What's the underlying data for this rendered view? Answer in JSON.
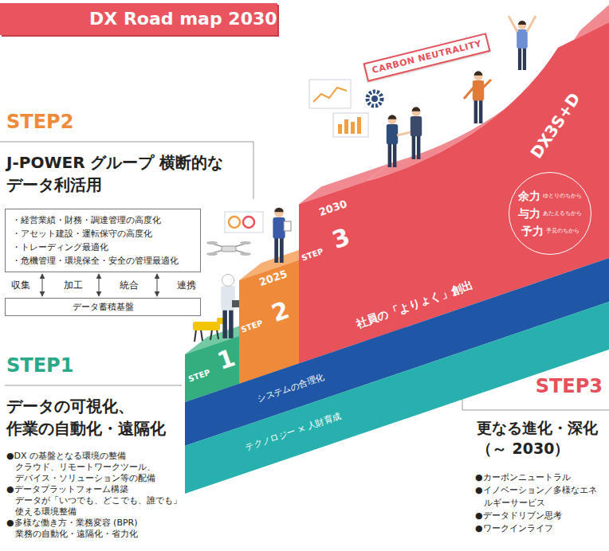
{
  "diagram": {
    "title": "DX Road map 2030",
    "nodes": [
      {
        "text": [
          "・経営業績・財務・調達管理の高度化",
          "・アセット建設・運転保守の高度化",
          "・トレーディング最適化",
          "・危機管理・環境保全・安全の管理最適化"
        ]
      },
      {
        "text": [
          "データ蓄積基盤"
        ]
      },
      {
        "text": [
          "CARBON NEUTRALITY"
        ]
      },
      {
        "text": [
          "STEP",
          "1"
        ]
      },
      {
        "text": [
          "2025",
          "STEP",
          "2"
        ]
      },
      {
        "text": [
          "2030",
          "STEP",
          "3"
        ]
      },
      {
        "text": [
          "社員の「よりょく」創出",
          "DX3S+D"
        ]
      },
      {
        "text": [
          "余力",
          "ゆとりのちから",
          "与力",
          "あたえるちから",
          "予力",
          "予見のちから"
        ],
        "in": 6
      },
      {
        "text": [
          "システムの合理化"
        ]
      },
      {
        "text": [
          "テクノロジー × 人財育成"
        ]
      }
    ],
    "edges": [
      {
        "from": 0,
        "to": 1,
        "arrow": "both"
      },
      {
        "from": 0,
        "to": 1,
        "arrow": "both"
      },
      {
        "from": 0,
        "to": 1,
        "arrow": "both"
      }
    ],
    "labels": [
      "STEP2",
      "J-POWER グループ 横断的な データ利活用",
      "収集",
      "加工",
      "統合",
      "連携",
      "STEP1",
      "データの可視化、 作業の自動化・遠隔化",
      "●DX の基盤となる環境の整備",
      "クラウド、リモートワークツール、 デバイス・ソリューション等の配備",
      "●データプラットフォーム構築",
      "データが「いつでも、どこでも、誰でも」 使える環境整備",
      "●多様な働き方・業務変容 (BPR)",
      "業務の自動化・遠隔化・省力化",
      "STEP3",
      "更なる進化・深化 （～ 2030）",
      "●カーボンニュートラル",
      "●イノベーション／多様なエネルギーサービス",
      "●データドリブン思考",
      "●ワークインライフ"
    ]
  }
}
